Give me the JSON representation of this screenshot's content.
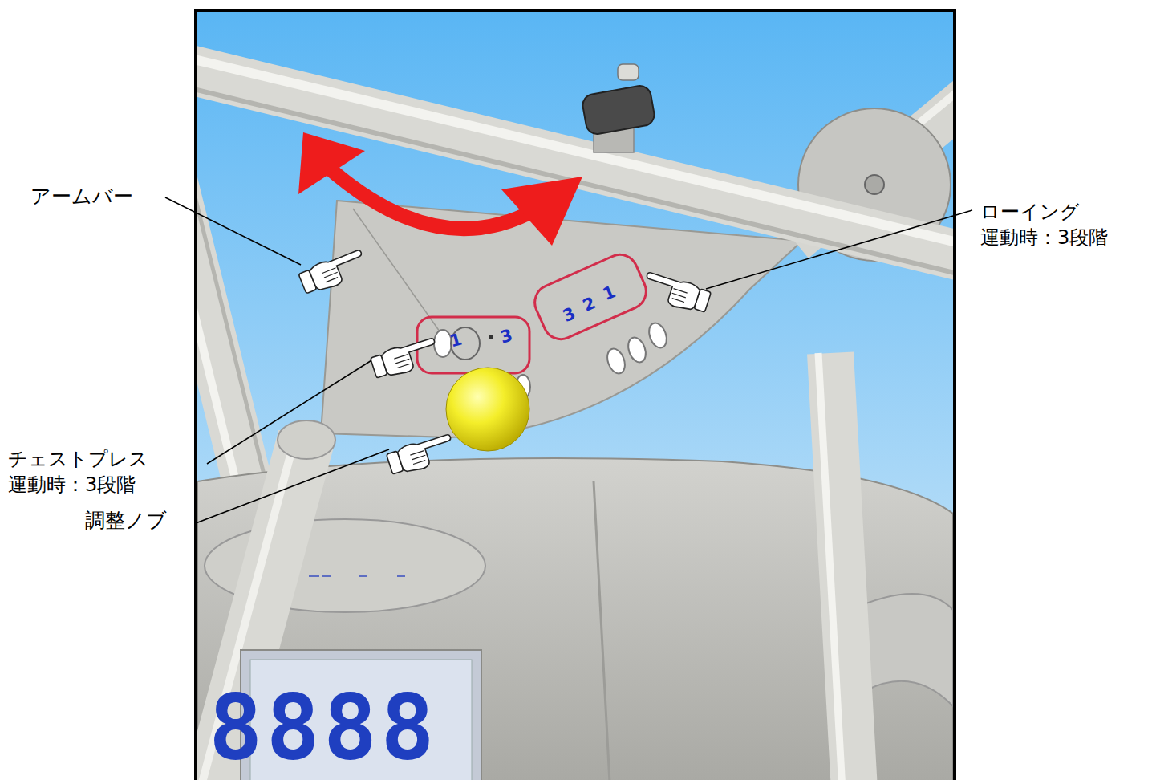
{
  "diagram": {
    "labels": [
      "アームバー",
      "ローイング 運動時：3段階",
      "1",
      "3",
      "3",
      "2",
      "1",
      "チェストプレス 運動時：3段階",
      "調整ノブ",
      "8888"
    ]
  }
}
